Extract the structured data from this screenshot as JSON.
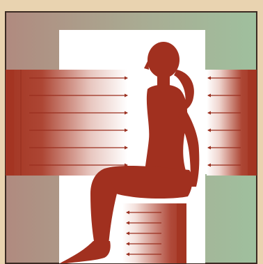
{
  "diagram": {
    "elements": [
      "sauna-cabin",
      "seated-person",
      "heat-panel-back",
      "heat-panel-front",
      "heat-panel-floor"
    ],
    "colors": {
      "page_background": "#e9d3b0",
      "outer_border": "#3b2a22",
      "cabin_gradient_left": "#b08a7f",
      "cabin_gradient_right": "#9fc09e",
      "interior_white": "#ffffff",
      "silhouette": "#a1301f",
      "heat_dark": "#a33522",
      "arrow_color": "#9a2f1f"
    },
    "icons": [
      "seated-person-silhouette-icon",
      "heat-wave-arrow-icon"
    ],
    "arrows": {
      "left_panel_count": 6,
      "right_panel_count": 6,
      "floor_panel_count": 5
    }
  }
}
